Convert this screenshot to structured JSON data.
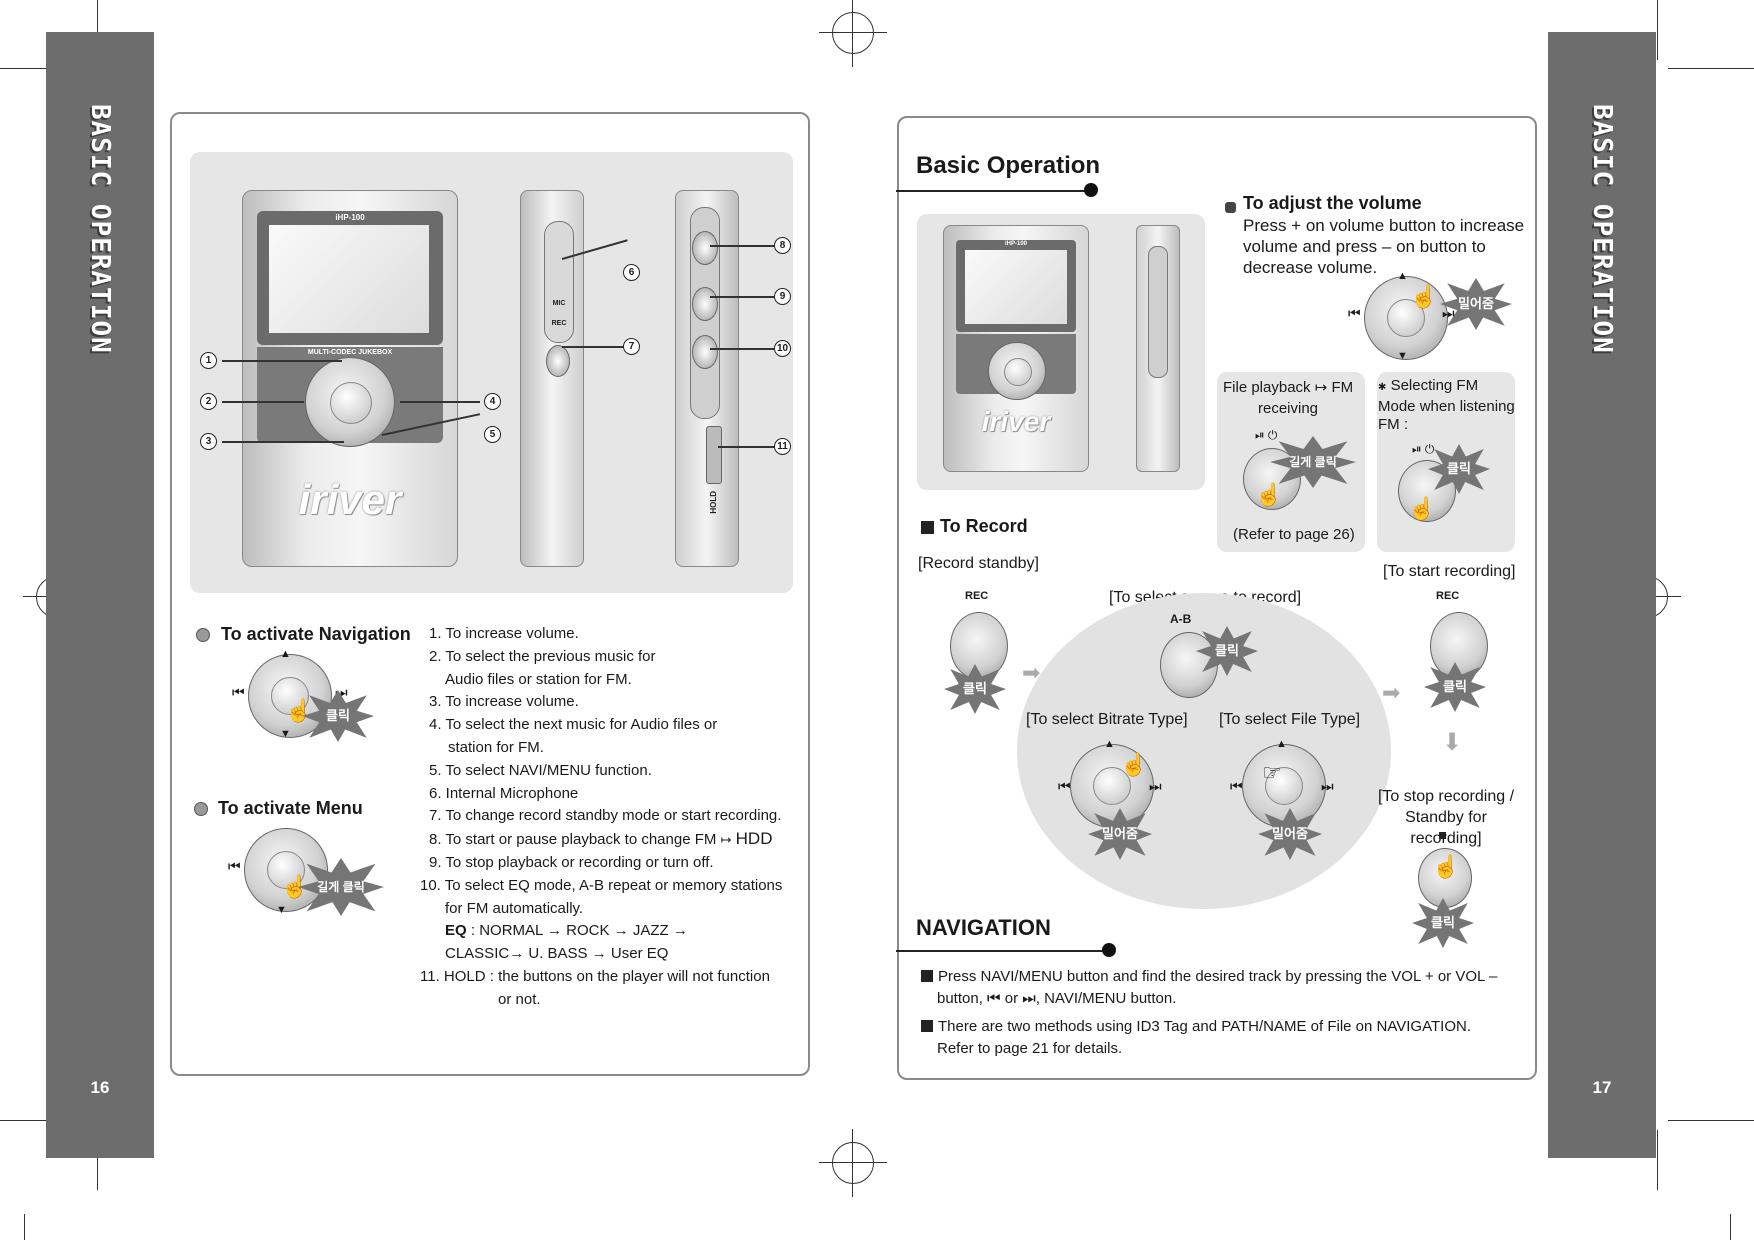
{
  "left_tab": {
    "title": "BASIC OPERATION",
    "page_number": "16"
  },
  "right_tab": {
    "title": "BASIC OPERATION",
    "page_number": "17"
  },
  "device": {
    "model": "iHP-100",
    "subtitle": "MULTI-CODEC JUKEBOX",
    "brand": "iriver",
    "mic": "MIC",
    "rec": "REC",
    "hold": "HOLD",
    "callouts": [
      "1",
      "2",
      "3",
      "4",
      "5",
      "6",
      "7",
      "8",
      "9",
      "10",
      "11"
    ]
  },
  "left": {
    "nav_title": "To activate Navigation",
    "menu_title": "To activate Menu",
    "burst_click": "클릭",
    "burst_long": "길게 클릭",
    "items": [
      "1. To increase volume.",
      "2. To select the previous music for",
      "Audio files or station for FM.",
      "3. To increase volume.",
      "4. To select the next music for Audio files or",
      "station for FM.",
      "5. To select NAVI/MENU function.",
      "6. Internal Microphone",
      "7. To change record standby mode or start recording.",
      "8. To start or pause playback to change FM",
      "9. To stop playback or recording or turn off.",
      "10. To select EQ mode, A-B repeat or memory stations",
      "for FM automatically.",
      "EQ",
      ": NORMAL",
      "ROCK",
      "JAZZ",
      "CLASSIC",
      "U. BASS",
      "User EQ",
      "11. HOLD : the buttons on the player will not function",
      "or not."
    ],
    "hdd": "HDD"
  },
  "right": {
    "section_title": "Basic Operation",
    "volume_title": "To adjust the volume",
    "volume_text": [
      "Press + on volume button to increase",
      "volume and press – on button to",
      "decrease volume."
    ],
    "burst_push": "밀어줌",
    "burst_click": "클릭",
    "burst_long": "길게 클릭",
    "file_fm_1": "File playback",
    "file_fm_2": "FM",
    "file_fm_3": "receiving",
    "refer": "(Refer to page 26)",
    "sel_fm": [
      "Selecting FM",
      "Mode when listening",
      "FM :"
    ],
    "record_title": "To Record",
    "record_standby": "[Record standby]",
    "select_source": "[To select source to record]",
    "start_recording": "[To start recording]",
    "bitrate": "[To select Bitrate Type]",
    "file_type": "[To select File Type]",
    "stop_rec": [
      "[To stop recording /",
      "Standby for recording]"
    ],
    "rec_label": "REC",
    "ab_label": "A-B",
    "nav_title": "NAVIGATION",
    "nav_p1_a": "Press NAVI/MENU button and find the desired track by pressing the VOL + or VOL –",
    "nav_p1_b1": "button,",
    "nav_p1_or": "or",
    "nav_p1_b2": ", NAVI/MENU button.",
    "nav_p2_a": "There are two methods using ID3 Tag and PATH/NAME of File on NAVIGATION.",
    "nav_p2_b": "Refer to page 21 for details."
  }
}
